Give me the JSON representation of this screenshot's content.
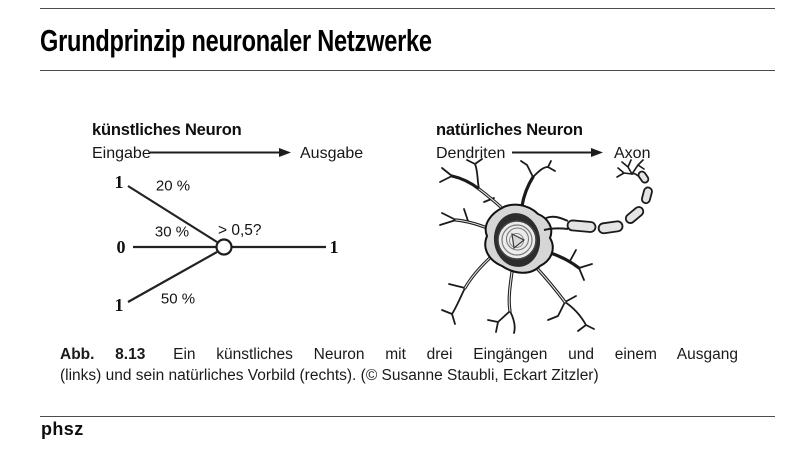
{
  "header": {
    "title": "Grundprinzip neuronaler Netzwerke"
  },
  "figure": {
    "artificial": {
      "heading": "künstliches Neuron",
      "input_label": "Eingabe",
      "output_label": "Ausgabe",
      "inputs": [
        "1",
        "0",
        "1"
      ],
      "weights": [
        "20 %",
        "30 %",
        "50 %"
      ],
      "threshold": "> 0,5?",
      "output_value": "1"
    },
    "natural": {
      "heading": "natürliches Neuron",
      "input_label": "Dendriten",
      "output_label": "Axon"
    },
    "caption": {
      "label": "Abb. 8.13",
      "text_line1": "Ein künstliches Neuron mit drei Eingängen und einem Ausgang",
      "text_line2": "(links) und sein natürliches Vorbild (rechts). (© Susanne Staubli, Eckart Zitzler)"
    }
  },
  "footer": {
    "logo": "phsz"
  },
  "colors": {
    "ink": "#1c1c1c",
    "rule_gray": "#4c4c4c",
    "soma_fill": "#d6d6d6",
    "nucleus_ring_dark": "#2d2d2d",
    "myelin_fill": "#e4e4e4",
    "background": "#ffffff"
  }
}
